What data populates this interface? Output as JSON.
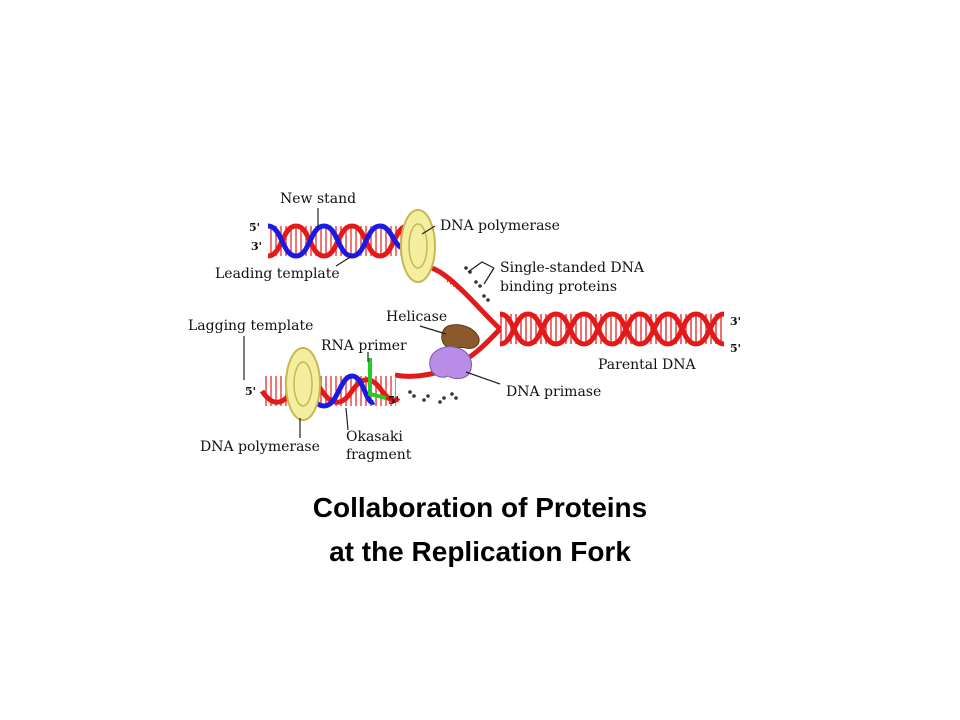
{
  "labels": {
    "new_strand": "New stand",
    "dna_polymerase_top": "DNA polymerase",
    "leading_template": "Leading template",
    "ssb_line1": "Single-standed DNA",
    "ssb_line2": "binding proteins",
    "helicase": "Helicase",
    "lagging_template": "Lagging template",
    "rna_primer": "RNA primer",
    "parental_dna": "Parental DNA",
    "dna_primase": "DNA primase",
    "dna_polymerase_bottom": "DNA polymerase",
    "okasaki_line1": "Okasaki",
    "okasaki_line2": "fragment"
  },
  "ends": {
    "top_5": "5'",
    "top_3": "3'",
    "lag_5": "5'",
    "lag_5_inner": "5'",
    "par_3": "3'",
    "par_5": "5'"
  },
  "caption": {
    "line1": "Collaboration of Proteins",
    "line2": "at the Replication Fork"
  },
  "colors": {
    "parental_strand": "#e31a1a",
    "new_strand": "#1a1ae3",
    "rna_primer": "#22cc22",
    "polymerase_clamp": "#f4eea0",
    "helicase": "#8b5a2b",
    "primase": "#b98ce8"
  }
}
